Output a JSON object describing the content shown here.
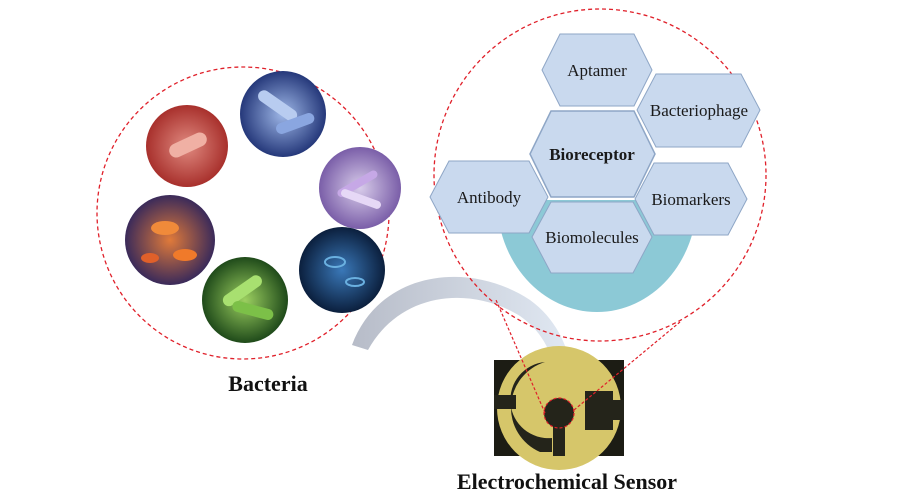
{
  "bacteria": {
    "label": "Bacteria",
    "images": [
      {
        "name": "red-rod-bacterium",
        "color": "#c0433f"
      },
      {
        "name": "blue-rod-bacteria",
        "color": "#3a58a8"
      },
      {
        "name": "purple-rod-bacteria",
        "color": "#9a7cc0"
      },
      {
        "name": "orange-flagellated-bacteria",
        "color": "#d9582a"
      },
      {
        "name": "green-rod-bacteria",
        "color": "#5a9a34"
      },
      {
        "name": "dark-blue-bacteria",
        "color": "#1f4f8a"
      }
    ]
  },
  "bioreceptor": {
    "center": "Bioreceptor",
    "items": [
      "Aptamer",
      "Bacteriophage",
      "Antibody",
      "Biomarkers",
      "Biomolecules"
    ]
  },
  "sensor": {
    "label": "Electrochemical Sensor"
  },
  "colors": {
    "dashed": "#e0202a",
    "hex_fill": "#c9d9ee",
    "hex_stroke": "#8ea6c6",
    "teal": "#8cc9d6",
    "arrow": "#c6ccd8",
    "sensor_gold": "#d6c66a",
    "sensor_dark": "#24241a"
  }
}
